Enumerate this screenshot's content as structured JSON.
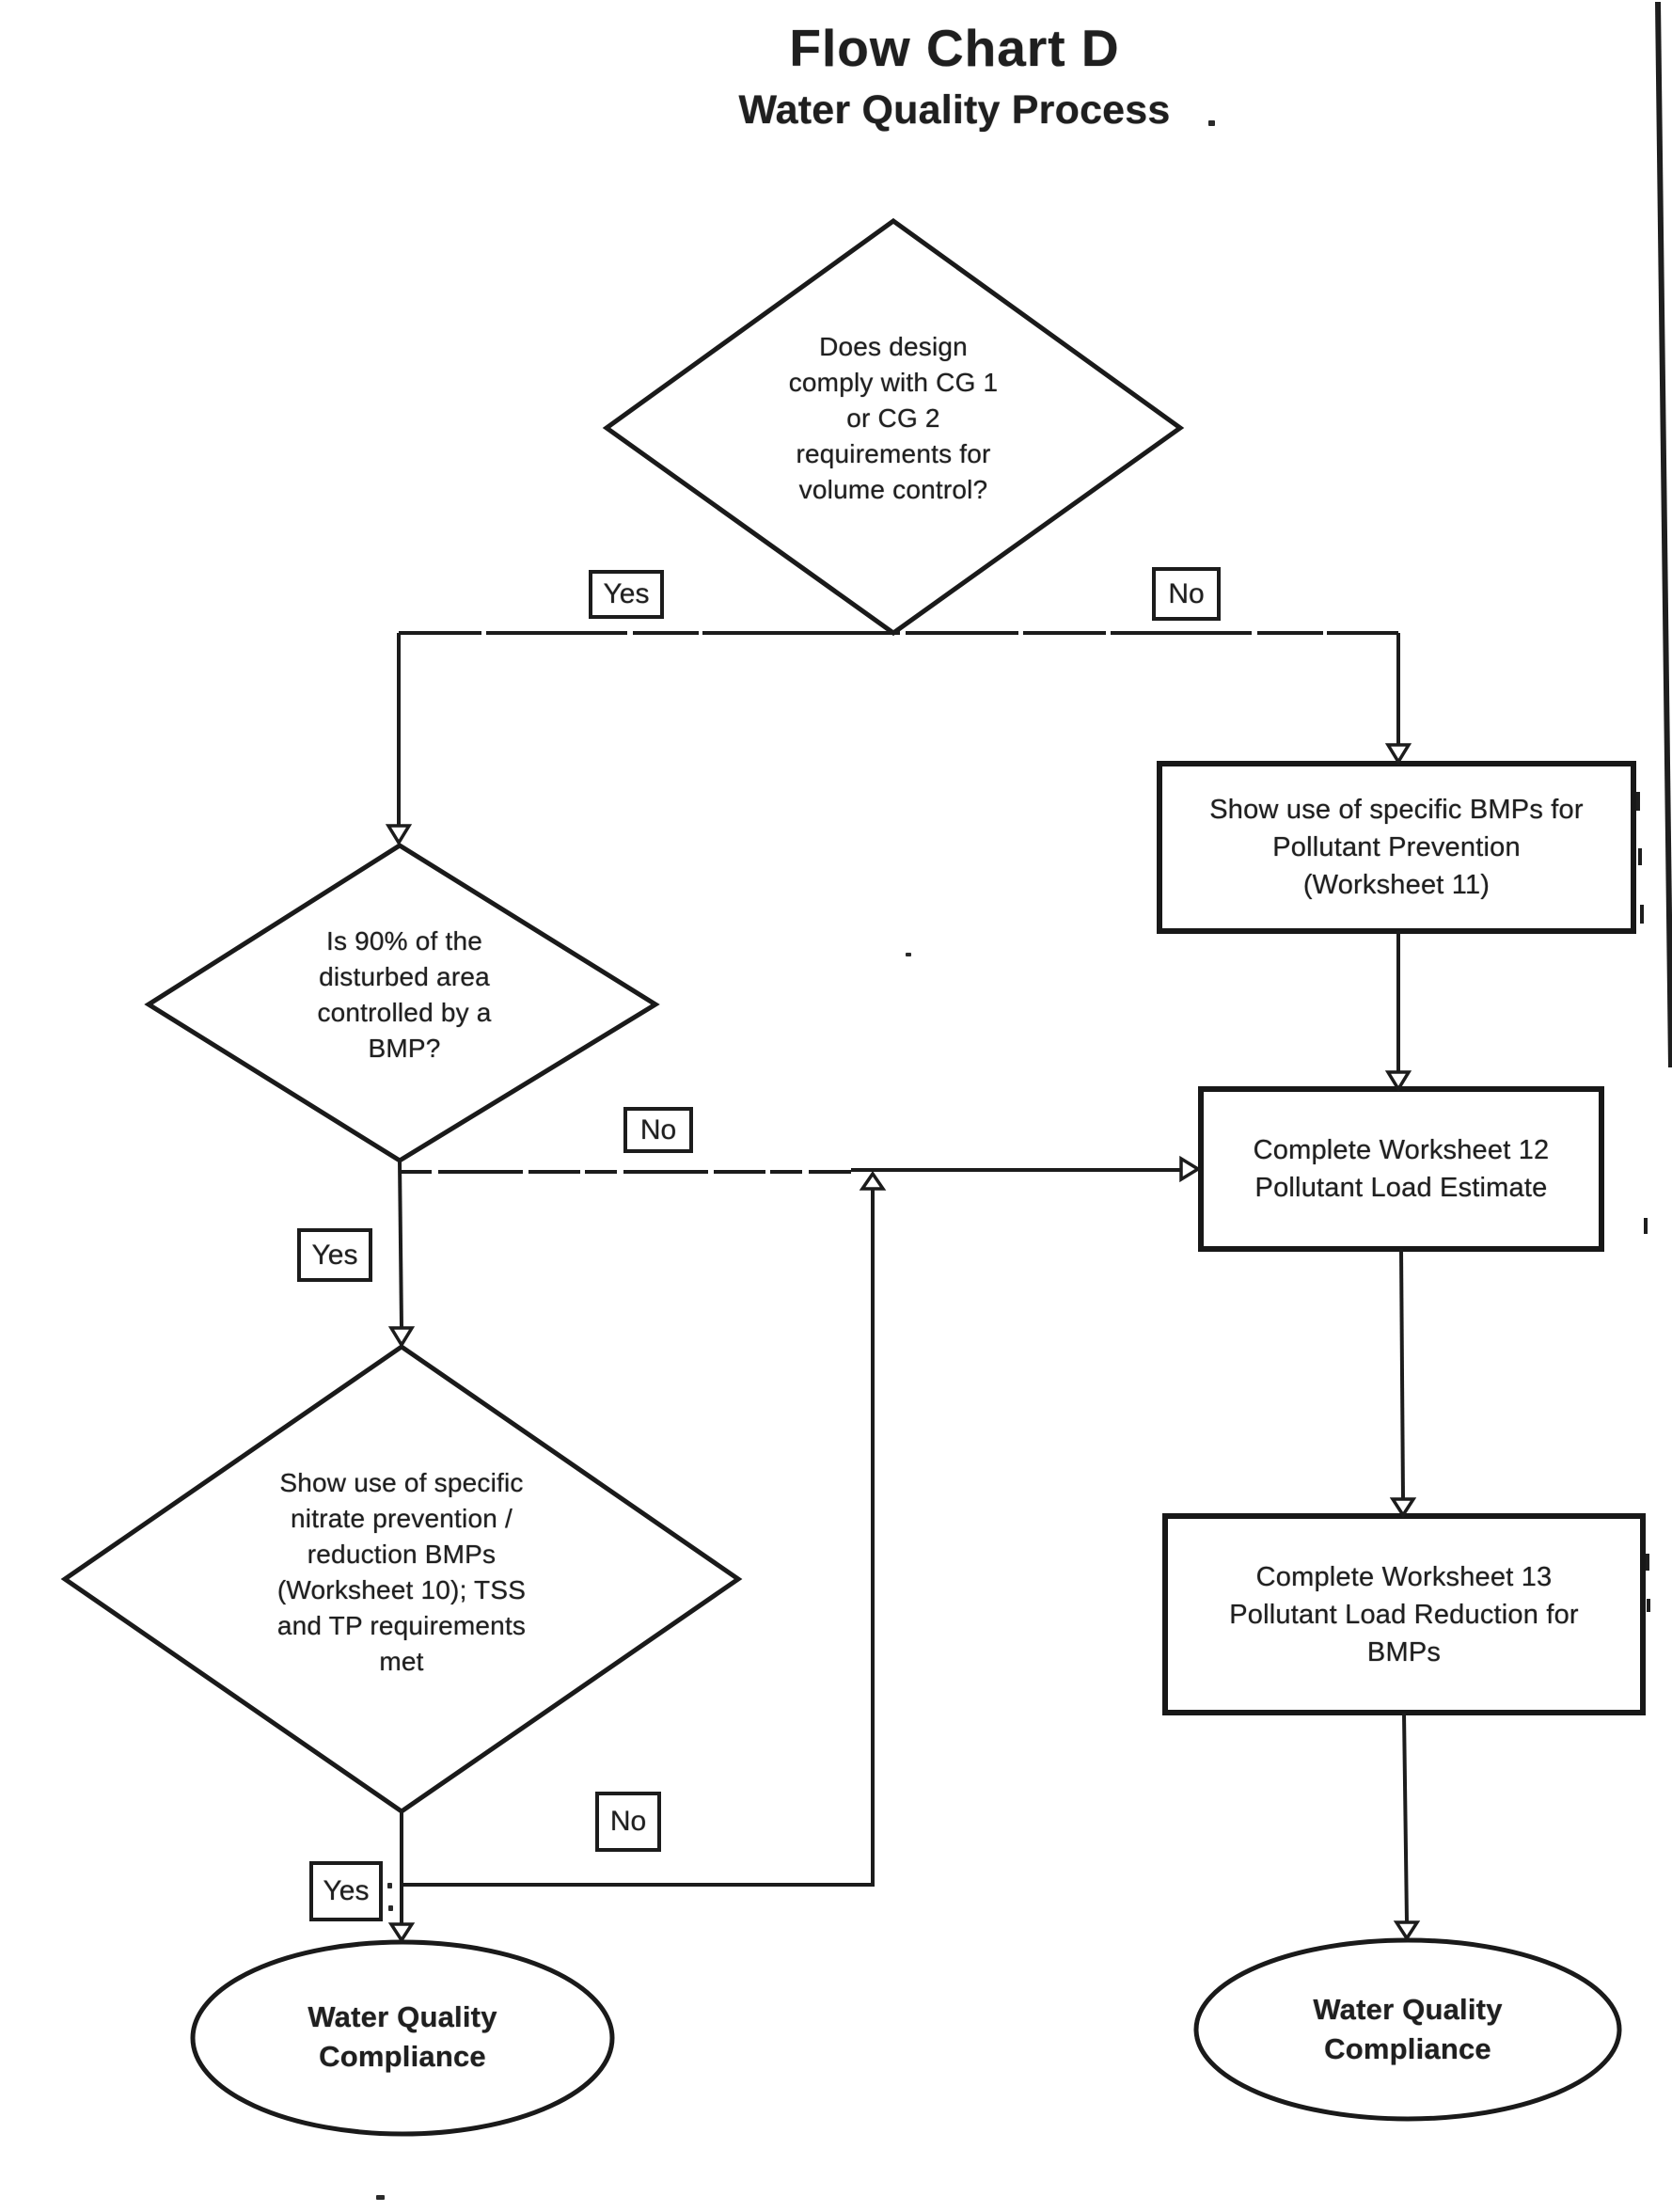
{
  "page": {
    "title": "Flow Chart D",
    "subtitle": "Water Quality Process"
  },
  "nodes": {
    "d1": {
      "type": "decision",
      "text": "Does design comply with CG 1 or CG 2 requirements for volume control?",
      "lines": [
        "Does design",
        "comply with CG 1",
        "or CG 2",
        "requirements for",
        "volume control?"
      ]
    },
    "d2": {
      "type": "decision",
      "text": "Is 90% of the disturbed area controlled by a BMP?",
      "lines": [
        "Is 90% of the",
        "disturbed area",
        "controlled by a",
        "BMP?"
      ]
    },
    "d3": {
      "type": "decision",
      "text": "Show use of specific nitrate prevention / reduction BMPs (Worksheet 10); TSS and TP requirements met",
      "lines": [
        "Show use of specific",
        "nitrate prevention /",
        "reduction BMPs",
        "(Worksheet 10); TSS",
        "and TP requirements",
        "met"
      ]
    },
    "b1": {
      "type": "process",
      "text": "Show use of specific BMPs for Pollutant Prevention (Worksheet 11)",
      "lines": [
        "Show use of specific BMPs for",
        "Pollutant Prevention",
        "(Worksheet 11)"
      ]
    },
    "b2": {
      "type": "process",
      "text": "Complete Worksheet 12 Pollutant Load Estimate",
      "lines": [
        "Complete Worksheet 12",
        "Pollutant Load Estimate"
      ]
    },
    "b3": {
      "type": "process",
      "text": "Complete Worksheet 13 Pollutant Load Reduction for BMPs",
      "lines": [
        "Complete Worksheet 13",
        "Pollutant Load Reduction for",
        "BMPs"
      ]
    },
    "e1": {
      "type": "terminator",
      "text": "Water Quality Compliance",
      "lines": [
        "Water Quality",
        "Compliance"
      ]
    },
    "e2": {
      "type": "terminator",
      "text": "Water Quality Compliance",
      "lines": [
        "Water Quality",
        "Compliance"
      ]
    }
  },
  "labels": {
    "d1_yes": "Yes",
    "d1_no": "No",
    "d2_no": "No",
    "d2_yes": "Yes",
    "d3_no": "No",
    "d3_yes": "Yes"
  },
  "ink_color": "#1a1a1a"
}
